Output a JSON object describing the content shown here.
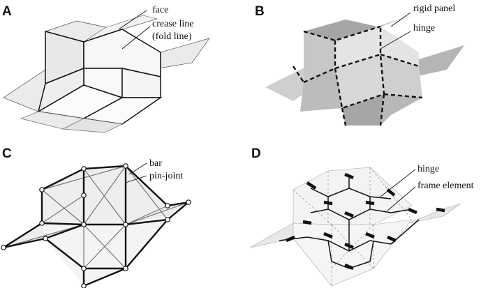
{
  "panels": {
    "a": {
      "letter": "A",
      "labels": [
        "face",
        "crease line",
        "(fold line)"
      ]
    },
    "b": {
      "letter": "B",
      "labels": [
        "rigid panel",
        "hinge"
      ]
    },
    "c": {
      "letter": "C",
      "labels": [
        "bar",
        "pin-joint"
      ]
    },
    "d": {
      "letter": "D",
      "labels": [
        "hinge",
        "frame element"
      ]
    }
  },
  "colors": {
    "face_light": "#ebebeb",
    "face_white": "#fbfbfb",
    "panel_dark": "#a6a6a6",
    "panel_mid": "#cfcfcf",
    "panel_light": "#e4e4e4",
    "line": "#111111",
    "bar_gray": "#777777",
    "dashed_gray": "#9a9a9a"
  }
}
